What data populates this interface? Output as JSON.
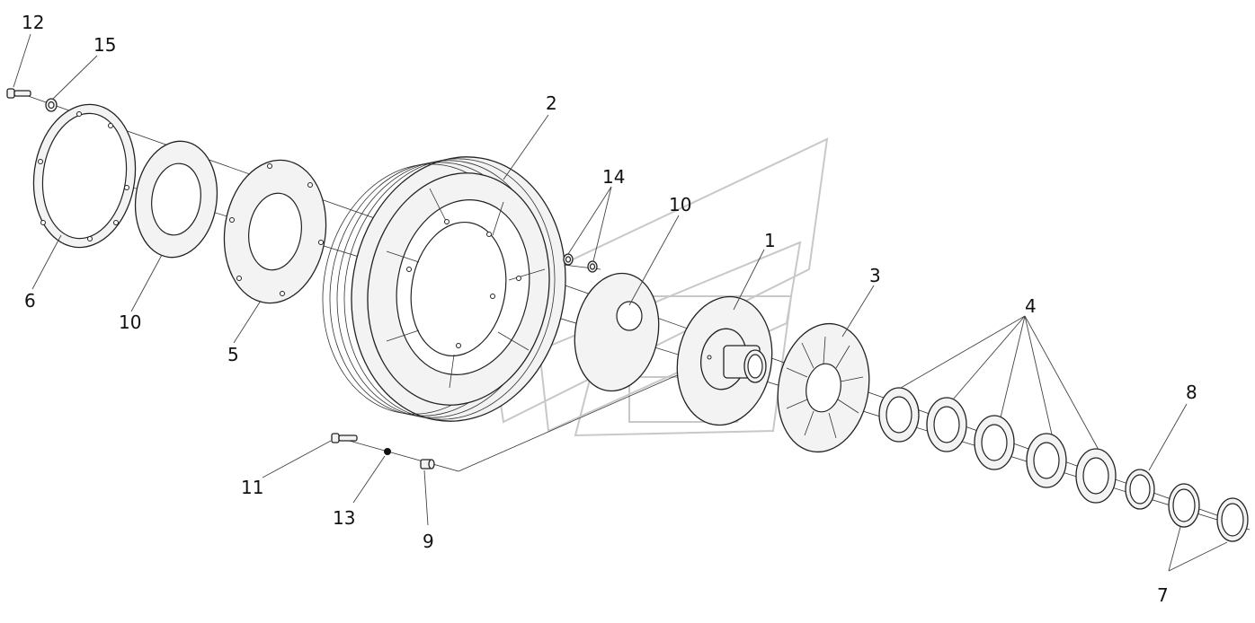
{
  "figure": {
    "callouts": {
      "c1": "1",
      "c2": "2",
      "c3": "3",
      "c4": "4",
      "c5": "5",
      "c6": "6",
      "c7": "7",
      "c8": "8",
      "c9": "9",
      "c10a": "10",
      "c10b": "10",
      "c11": "11",
      "c12": "12",
      "c13": "13",
      "c14": "14",
      "c15": "15"
    }
  }
}
